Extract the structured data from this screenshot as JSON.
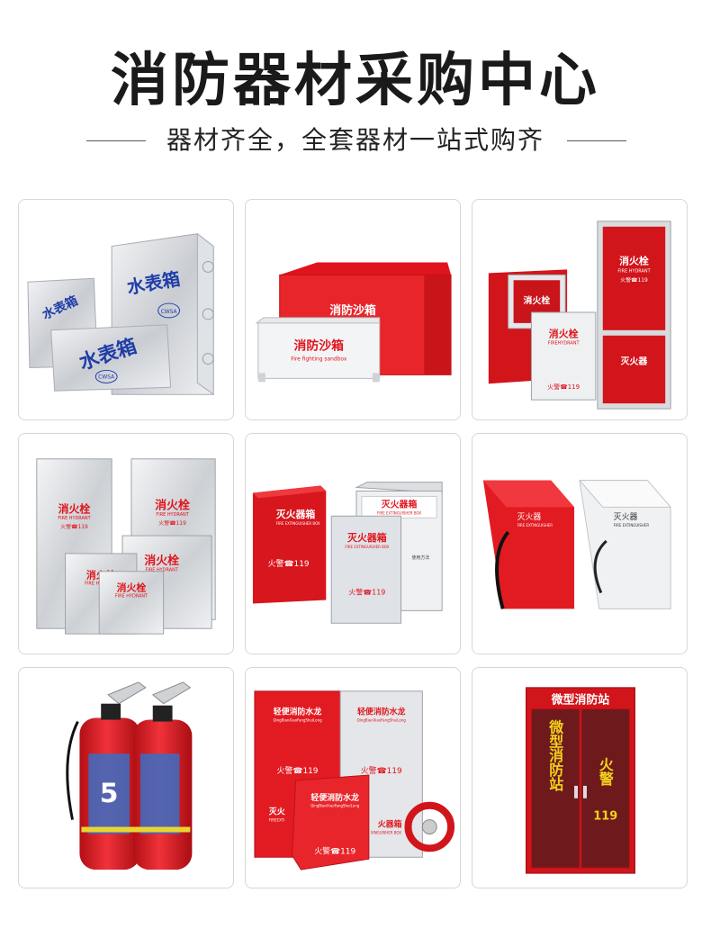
{
  "header": {
    "title": "消防器材采购中心",
    "subtitle": "器材齐全，全套器材一站式购齐"
  },
  "products": [
    {
      "labels": {
        "big": "水表箱",
        "small": "水表箱",
        "logo": "CWSA",
        "logo2": "CWSA"
      }
    },
    {
      "labels": {
        "back": "消防沙箱",
        "front": "消防沙箱",
        "front_en": "Fire fighting sandbox"
      }
    },
    {
      "labels": {
        "tall": "消火栓",
        "tall_en": "FIRE HYDRANT",
        "tall_tel": "火警☎119",
        "tall_bottom": "灭火器",
        "left": "消火栓",
        "front": "消火栓",
        "front_en": "FIREHYDRANT",
        "front_tel": "火警☎119"
      }
    },
    {
      "labels": {
        "back_left": "消火栓",
        "back_left_en": "FIRE HYDRANT",
        "back_left_tel": "火警☎119",
        "back_right": "消火栓",
        "back_right_en": "FIRE HYDRANT",
        "back_right_tel": "火警☎119",
        "mid": "消火栓",
        "mid_en": "FIRE HYDRANT",
        "small": "消火栓",
        "small_en": "FIRE HYDRANT",
        "small2": "消火栓",
        "small2_en": "FIRE HYDRANT"
      }
    },
    {
      "labels": {
        "red": "灭火器箱",
        "red_en": "FIRE EXTINGUISHER BOX",
        "red_tel": "火警☎119",
        "white": "灭火器箱",
        "white_en": "FIRE EXTINGUISHER BOX",
        "steel": "灭火器箱",
        "steel_en": "FIRE EXTINGUISHER BOX",
        "steel_tel": "火警☎119",
        "usage": "使用方法"
      }
    },
    {
      "labels": {
        "red": "灭火器",
        "red_en": "FIRE EXTINGUISHER",
        "white": "灭火器",
        "white_en": "FIRE EXTINGUISHER"
      }
    },
    {
      "labels": {
        "number": "5"
      }
    },
    {
      "labels": {
        "top_left": "轻便消防水龙",
        "top_left_en": "QingBianXiaoFangShuiLong",
        "top_right": "轻便消防水龙",
        "top_right_en": "QingBianXiaoFangShuiLong",
        "tel_left": "火警☎119",
        "tel_right": "火警☎119",
        "front": "轻便消防水龙",
        "front_en": "QingBianXiaoFangShuiLong",
        "front_tel": "火警☎119",
        "left_small": "灭火",
        "left_small_en": "FIREEXTI",
        "right_small": "火器箱",
        "right_small_en": "XINGUISHER BOX"
      }
    },
    {
      "labels": {
        "top": "微型消防站",
        "left": "微型消防站",
        "right": "火警",
        "right_num": "119"
      }
    }
  ]
}
